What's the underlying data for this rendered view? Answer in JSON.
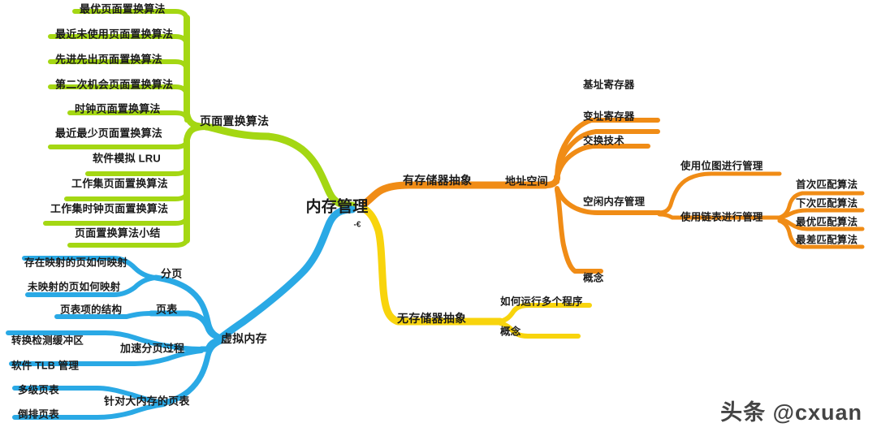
{
  "meta": {
    "title": "内存管理 思维导图",
    "watermark": "头条 @cxuan"
  },
  "colors": {
    "green": "#a4d713",
    "blue": "#2aa9e5",
    "orange": "#f08c16",
    "yellow": "#f8d40d",
    "text": "#1a1a1a",
    "background": "#ffffff"
  },
  "root": {
    "label": "内存管理",
    "mark": "-€"
  },
  "branches": [
    {
      "id": "page-replacement",
      "label": "页面置换算法",
      "color": "#a4d713",
      "children": [
        {
          "label": "最优页面置换算法"
        },
        {
          "label": "最近未使用页面置换算法"
        },
        {
          "label": "先进先出页面置换算法"
        },
        {
          "label": "第二次机会页面置换算法"
        },
        {
          "label": "时钟页面置换算法"
        },
        {
          "label": "最近最少页面置换算法"
        },
        {
          "label": "软件模拟 LRU"
        },
        {
          "label": "工作集页面置换算法"
        },
        {
          "label": "工作集时钟页面置换算法"
        },
        {
          "label": "页面置换算法小结"
        }
      ]
    },
    {
      "id": "virtual-memory",
      "label": "虚拟内存",
      "color": "#2aa9e5",
      "children": [
        {
          "label": "分页",
          "children": [
            {
              "label": "存在映射的页如何映射"
            },
            {
              "label": "未映射的页如何映射"
            }
          ]
        },
        {
          "label": "页表",
          "children": [
            {
              "label": "页表项的结构"
            }
          ]
        },
        {
          "label": "加速分页过程",
          "children": [
            {
              "label": "转换检测缓冲区"
            },
            {
              "label": "软件 TLB 管理"
            }
          ]
        },
        {
          "label": "针对大内存的页表",
          "children": [
            {
              "label": "多级页表"
            },
            {
              "label": "倒排页表"
            }
          ]
        }
      ]
    },
    {
      "id": "with-memory-abstraction",
      "label": "有存储器抽象",
      "color": "#f08c16",
      "children": [
        {
          "label": "地址空间",
          "children": [
            {
              "label": "基址寄存器"
            },
            {
              "label": "变址寄存器"
            },
            {
              "label": "交换技术"
            },
            {
              "label": "空闲内存管理",
              "children": [
                {
                  "label": "使用位图进行管理"
                },
                {
                  "label": "使用链表进行管理",
                  "children": [
                    {
                      "label": "首次匹配算法"
                    },
                    {
                      "label": "下次匹配算法"
                    },
                    {
                      "label": "最优匹配算法"
                    },
                    {
                      "label": "最差匹配算法"
                    }
                  ]
                }
              ]
            },
            {
              "label": "概念"
            }
          ]
        }
      ]
    },
    {
      "id": "no-memory-abstraction",
      "label": "无存储器抽象",
      "color": "#f8d40d",
      "children": [
        {
          "label": "如何运行多个程序"
        },
        {
          "label": "概念"
        }
      ]
    }
  ]
}
